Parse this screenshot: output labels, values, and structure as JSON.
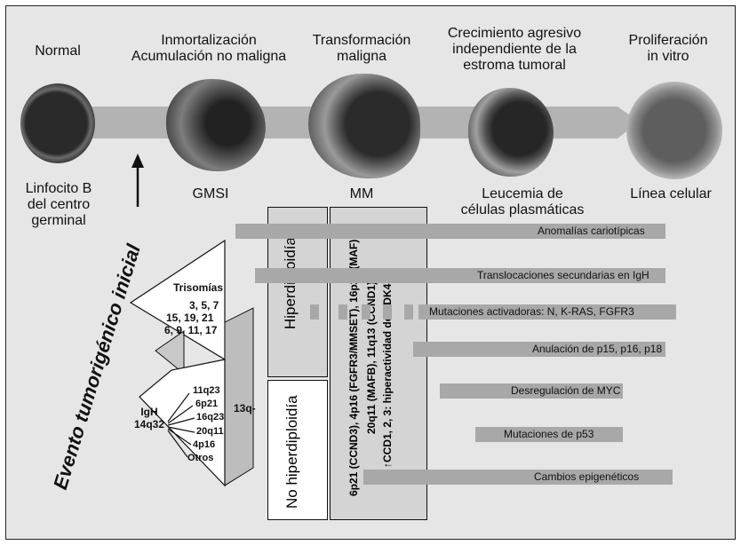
{
  "stages": [
    {
      "title": "Normal",
      "label": "Linfocito B\ndel centro\ngerminal"
    },
    {
      "title": "Inmortalización\nAcumulación no maligna",
      "label": "GMSI"
    },
    {
      "title": "Transformación\nmaligna",
      "label": "MM"
    },
    {
      "title": "Crecimiento agresivo\nindependiente de la\nestroma tumoral",
      "label": "Leucemia de\ncélulas plasmáticas"
    },
    {
      "title": "Proliferación\nin vitro",
      "label": "Línea celular"
    }
  ],
  "initial_event": "Evento tumorigénico inicial",
  "trisomies": {
    "title": "Trisomías",
    "lines": [
      "3, 5, 7",
      "15, 19, 21",
      "6, 9, 11, 17"
    ]
  },
  "igh": {
    "source": "IgH\n14q32",
    "targets": [
      "11q23",
      "6p21",
      "16q23",
      "20q11",
      "4p16",
      "Otros"
    ]
  },
  "del13": "13q-",
  "hyper": "Hiperdiploidía",
  "nonhyper": "No hiperdiploidía",
  "translocations_lines": [
    "6p21 (CCND3), 4p16 (FGFR3/MMSET), 16p23 (MAF)",
    "20q11 (MAFB), 11q13 (CCND1)",
    "↑CCD1, 2, 3: hiperactividad de CDK4, 6"
  ],
  "bars": [
    {
      "label": "Anomalías cariotípicas"
    },
    {
      "label": "Translocaciones secundarias en IgH"
    },
    {
      "label": "Mutaciones activadoras: N, K-RAS, FGFR3"
    },
    {
      "label": "Anulación de p15, p16, p18"
    },
    {
      "label": "Desregulación de MYC"
    },
    {
      "label": "Mutaciones de p53"
    },
    {
      "label": "Cambios epigenéticos"
    }
  ]
}
